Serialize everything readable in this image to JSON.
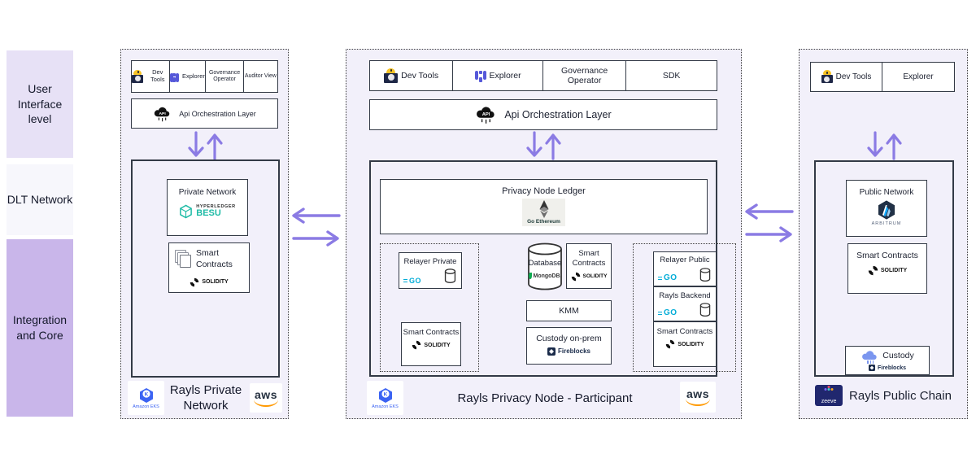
{
  "sidebar": {
    "items": [
      {
        "label": "User Interface level",
        "bg": "#e7e1f6"
      },
      {
        "label": "DLT Network",
        "bg": "#f7f7fc"
      },
      {
        "label": "Integration and Core",
        "bg": "#c9b6ea"
      }
    ]
  },
  "icons": {
    "api_text": "API"
  },
  "colors": {
    "accent_purple_arrow": "#8b7be4",
    "panel_bg": "#f2f0fa",
    "besu_teal": "#1fbba6",
    "go_cyan": "#00acd7",
    "mongo_green": "#10aa50",
    "aws_orange": "#ff9900",
    "explorer_purple": "#5558d9",
    "fireblocks_navy": "#1a2b4a"
  },
  "left_panel": {
    "toolbar": [
      {
        "label": "Dev Tools"
      },
      {
        "label": "Explorer"
      },
      {
        "label": "Governance Operator"
      },
      {
        "label": "Auditor View"
      }
    ],
    "api_layer_label": "Api Orchestration Layer",
    "private_network": {
      "title": "Private Network",
      "besu_top": "HYPERLEDGER",
      "besu_bottom": "BESU"
    },
    "smart_contracts": {
      "title": "Smart Contracts",
      "solidity_label": "SOLIDITY"
    },
    "footer": {
      "eks_label": "Amazon EKS",
      "title": "Rayls Private Network",
      "aws_label": "aws"
    }
  },
  "middle_panel": {
    "toolbar": [
      {
        "label": "Dev Tools"
      },
      {
        "label": "Explorer"
      },
      {
        "label": "Governance Operator"
      },
      {
        "label": "SDK"
      }
    ],
    "api_layer_label": "Api Orchestration Layer",
    "ledger": {
      "title": "Privacy Node Ledger",
      "eth_label": "Go Ethereum"
    },
    "left_group": {
      "relayer": {
        "title": "Relayer Private",
        "go_label": "GO"
      },
      "smart_contracts": {
        "title": "Smart Contracts",
        "solidity_label": "SOLIDITY"
      }
    },
    "center_group": {
      "database": {
        "title": "Database",
        "mongo_label": "MongoDB."
      },
      "smart_contracts": {
        "title": "Smart Contracts",
        "solidity_label": "SOLIDITY"
      },
      "kmm_label": "KMM",
      "custody": {
        "title": "Custody on-prem",
        "fireblocks_label": "Fireblocks"
      }
    },
    "right_group": {
      "relayer": {
        "title": "Relayer Public",
        "go_label": "GO"
      },
      "backend": {
        "title": "Rayls Backend",
        "go_label": "GO"
      },
      "smart_contracts": {
        "title": "Smart Contracts",
        "solidity_label": "SOLIDITY"
      }
    },
    "footer": {
      "eks_label": "Amazon EKS",
      "title": "Rayls Privacy Node - Participant",
      "aws_label": "aws"
    }
  },
  "right_panel": {
    "toolbar": [
      {
        "label": "Dev Tools"
      },
      {
        "label": "Explorer"
      }
    ],
    "public_network": {
      "title": "Public Network",
      "arbitrum_label": "ARBITRUM"
    },
    "smart_contracts": {
      "title": "Smart Contracts",
      "solidity_label": "SOLIDITY"
    },
    "custody": {
      "title": "Custody",
      "fireblocks_label": "Fireblocks"
    },
    "footer": {
      "zeeve_label": "zeeve",
      "title": "Rayls Public Chain"
    }
  }
}
